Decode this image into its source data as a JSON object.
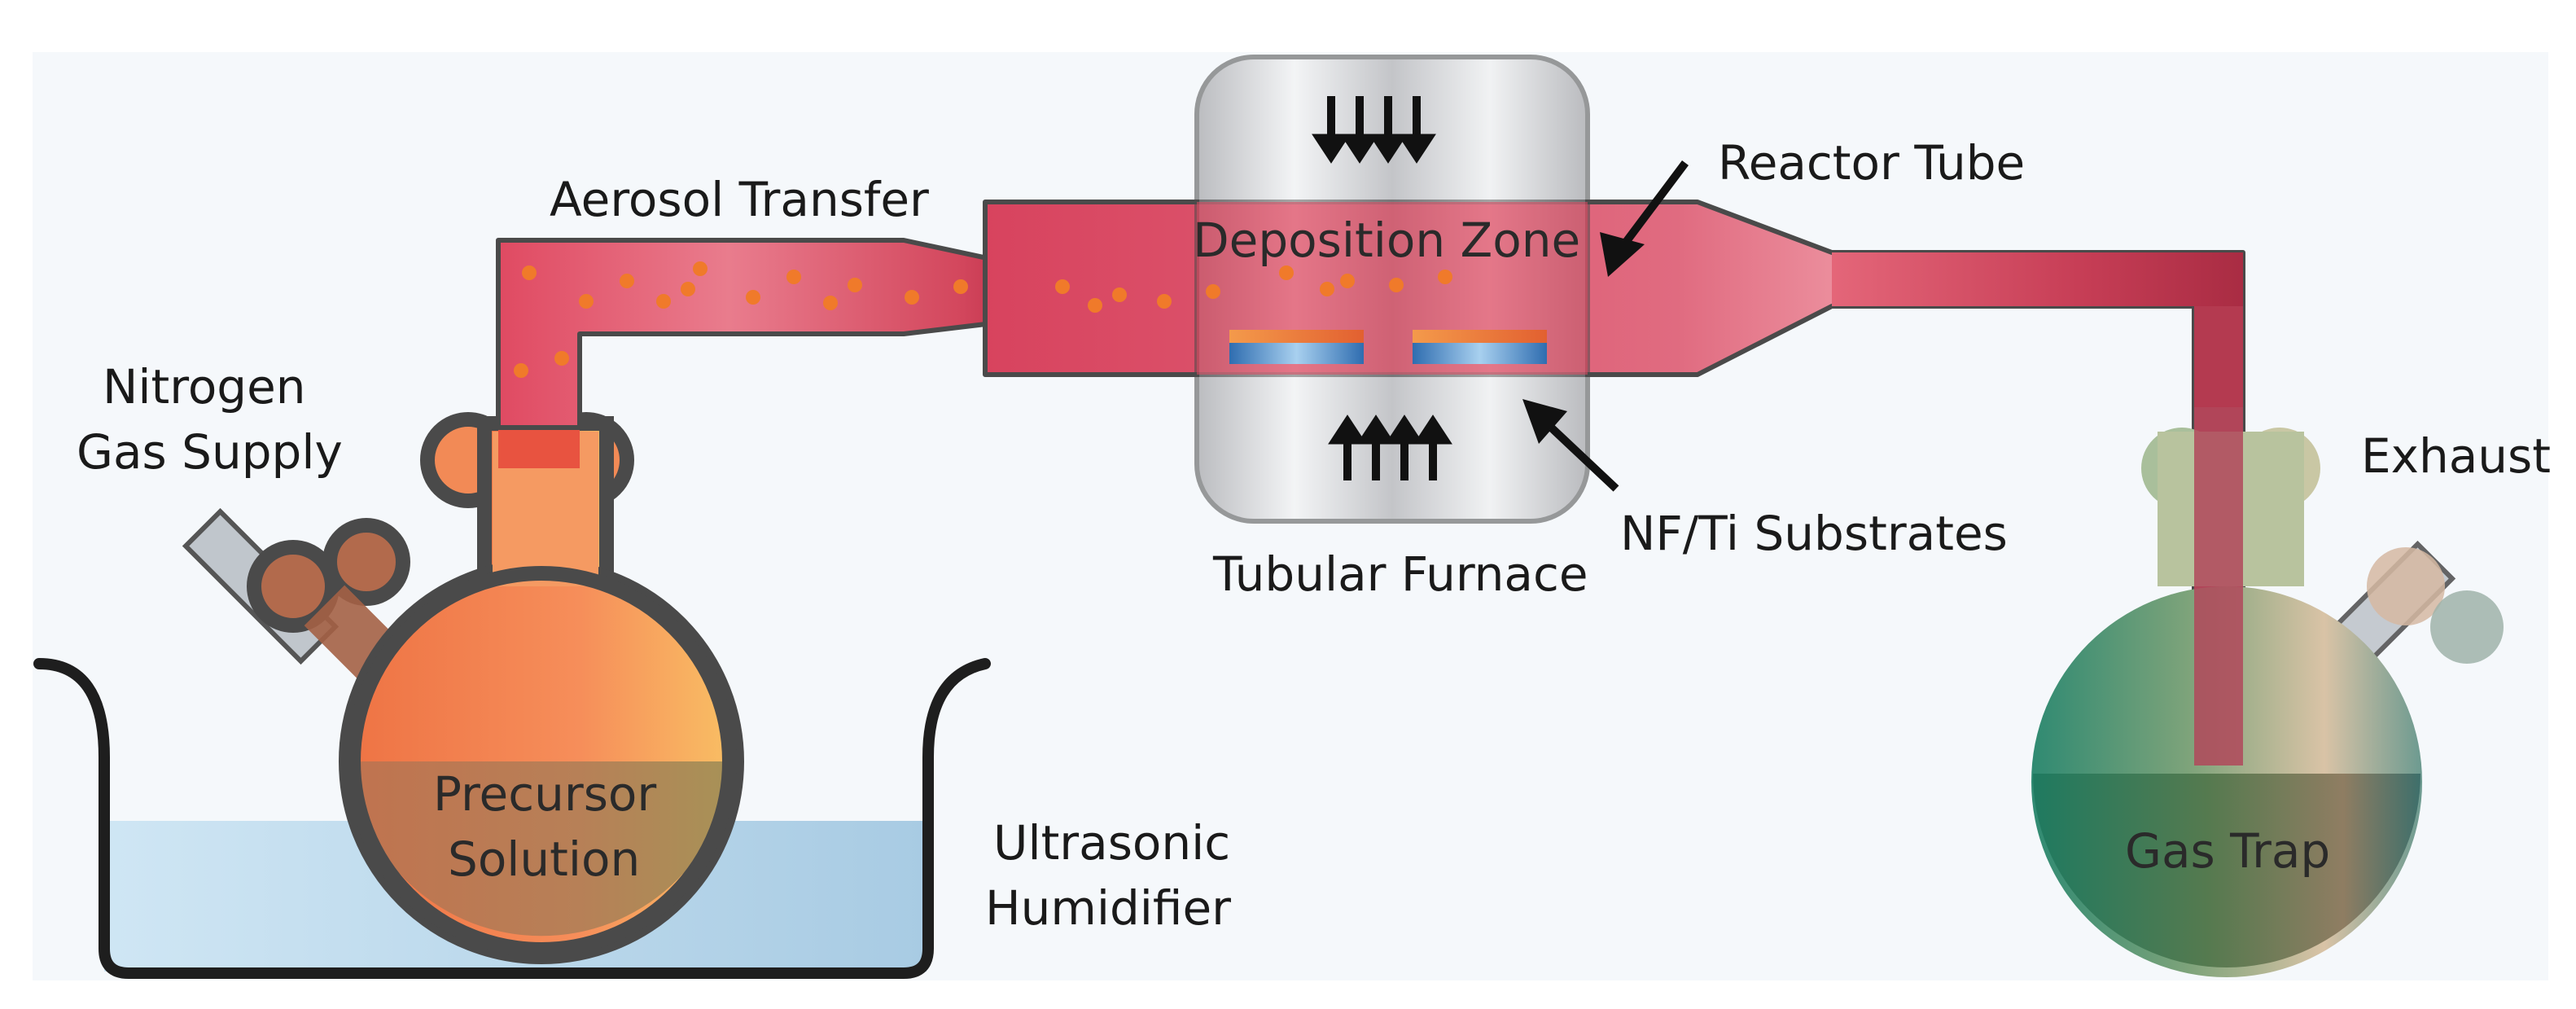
{
  "labels": {
    "nitrogen_line1": "Nitrogen",
    "nitrogen_line2": "Gas Supply",
    "aerosol_transfer": "Aerosol Transfer",
    "deposition_zone": "Deposition Zone",
    "reactor_tube": "Reactor Tube",
    "nf_ti_substrates": "NF/Ti Substrates",
    "tubular_furnace": "Tubular Furnace",
    "exhaust": "Exhaust",
    "precursor_line1": "Precursor",
    "precursor_line2": "Solution",
    "ultrasonic_line1": "Ultrasonic",
    "ultrasonic_line2": "Humidifier",
    "gas_trap": "Gas Trap"
  },
  "colors": {
    "background": "#f5f8fb",
    "tube_red": "#d8475f",
    "tube_dark_red": "#b02a42",
    "flask_orange": "#f28a56",
    "water_blue": "#bcdcef",
    "furnace_grey": "#c9c9cc",
    "trap_green": "#3f9a7f",
    "droplet_orange": "#f07a2a"
  },
  "icons": {
    "furnace_top": "down-arrows-icon",
    "furnace_bottom": "up-arrows-icon"
  }
}
